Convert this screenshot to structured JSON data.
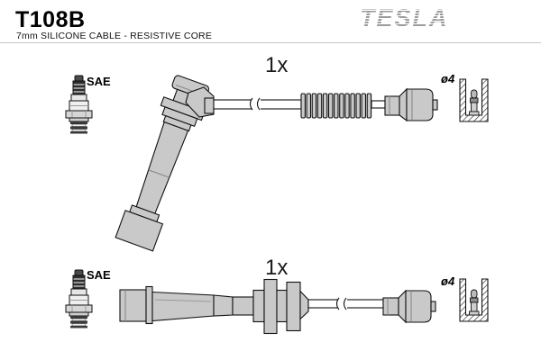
{
  "header": {
    "part_number": "T108B",
    "subtitle": "7mm SILICONE CABLE - RESISTIVE CORE",
    "brand": "TESLA"
  },
  "colors": {
    "background": "#ffffff",
    "part_fill": "#c9c9c9",
    "outline": "#111111",
    "brand_gray": "#9b9b9b"
  },
  "icons": {
    "spark_plug": "spark-plug-icon",
    "terminal_cap": "terminal-cap-icon"
  },
  "cables": [
    {
      "style": "angled boot",
      "plug_standard": "SAE",
      "quantity": "1x",
      "terminal_diameter": "ø4"
    },
    {
      "style": "straight boot",
      "plug_standard": "SAE",
      "quantity": "1x",
      "terminal_diameter": "ø4"
    }
  ]
}
